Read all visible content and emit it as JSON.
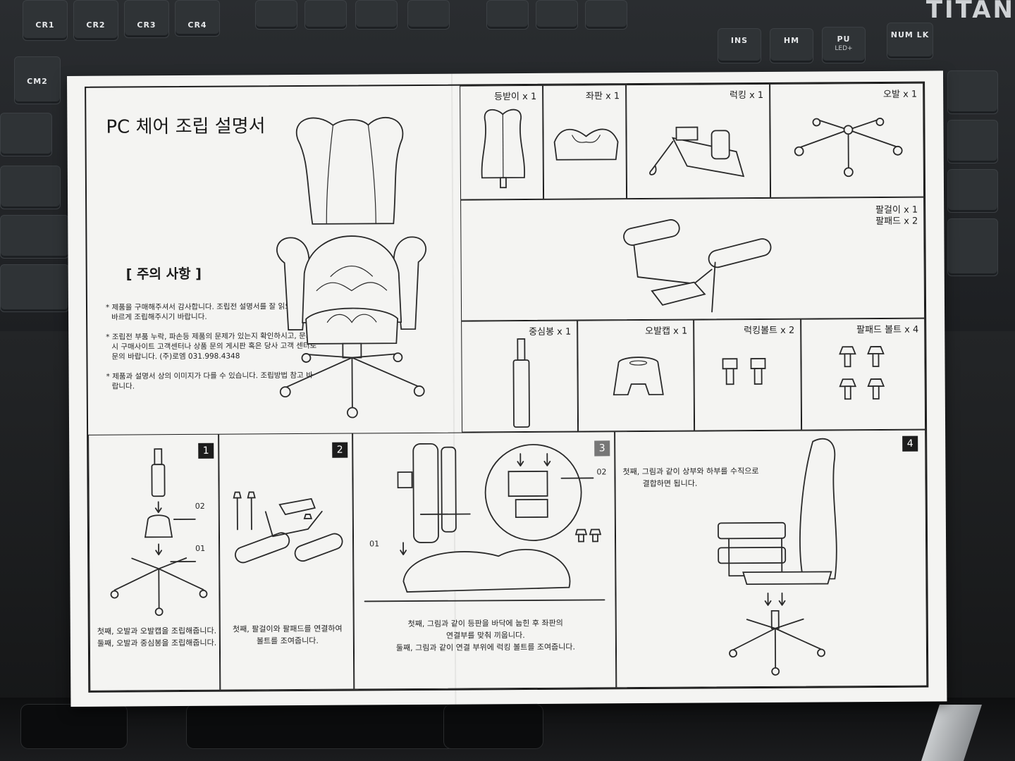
{
  "keyboard": {
    "keys": [
      "CR1",
      "CR2",
      "CR3",
      "CR4",
      "INS",
      "HM",
      "PU",
      "NUM LK",
      "CM2"
    ],
    "led_label": "LED+",
    "brand": "TITAN"
  },
  "manual": {
    "title": "PC 체어 조립 설명서",
    "caution_heading": "[ 주의 사항 ]",
    "notes": [
      "* 제품을 구매해주셔서 감사합니다. 조립전 설명서를 잘 읽으신 후 올바르게 조립해주시기 바랍니다.",
      "* 조립전 부품 누락, 파손등 제품의 문제가 있는지 확인하시고, 문제시 구매사이트 고객센터나 상품 문의 게시판 혹은 당사 고객 센터로 문의 바랍니다. (주)로엠 031.998.4348",
      "* 제품과 설명서 상의 이미지가 다를 수 있습니다. 조립방법 참고 바랍니다."
    ],
    "parts": [
      {
        "label": "등받이 x 1"
      },
      {
        "label": "좌판 x 1"
      },
      {
        "label": "럭킹 x 1"
      },
      {
        "label": "오발 x 1"
      },
      {
        "label": "팔걸이 x 1"
      },
      {
        "label": "팔패드 x 2"
      },
      {
        "label": "중심봉 x 1"
      },
      {
        "label": "오발캡 x 1"
      },
      {
        "label": "럭킹볼트 x 2"
      },
      {
        "label": "팔패드 볼트 x 4"
      }
    ],
    "steps": [
      {
        "number": "1",
        "callouts": [
          "02",
          "01"
        ],
        "caption": [
          "첫째, 오발과 오발캡을 조립해줍니다.",
          "둘째, 오발과 중심봉을 조립해줍니다."
        ]
      },
      {
        "number": "2",
        "caption": [
          "첫째, 팔걸이와 팔패드를 연결하여",
          "볼트를 조여줍니다."
        ]
      },
      {
        "number": "3",
        "callouts": [
          "02",
          "01"
        ],
        "caption": [
          "첫째, 그림과 같이 등판을 바닥에 눕힌 후 좌판의",
          "연결부를 맞춰 끼웁니다.",
          "둘째, 그림과 같이 연결 부위에 럭킹 볼트를 조여줍니다."
        ]
      },
      {
        "number": "4",
        "caption": [
          "첫째, 그림과 같이 상부와 하부를 수직으로",
          "결합하면 됩니다."
        ]
      }
    ]
  },
  "colors": {
    "paper": "#f4f4f2",
    "ink": "#1c1c1c",
    "desk": "#16181a"
  }
}
